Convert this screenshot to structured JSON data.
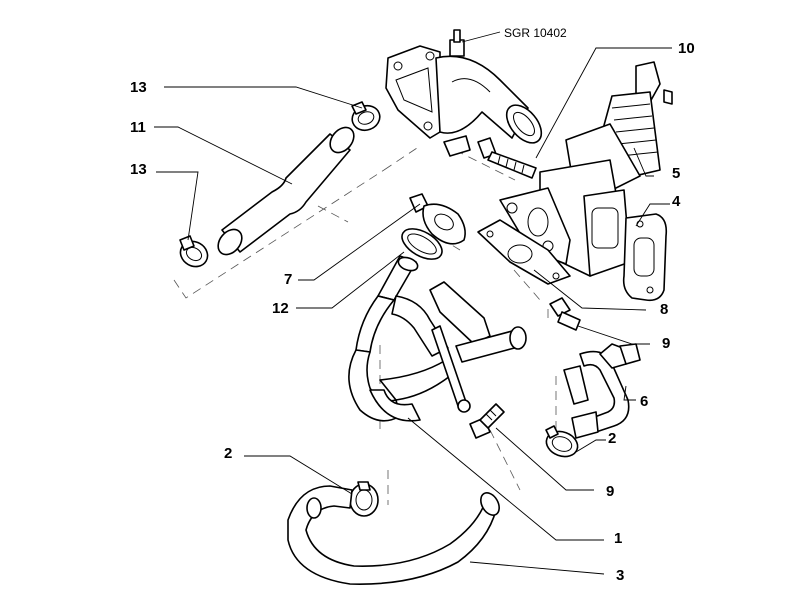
{
  "drawing_ref": "SGR 10402",
  "callouts": [
    {
      "id": "c10",
      "label": "10"
    },
    {
      "id": "c13a",
      "label": "13"
    },
    {
      "id": "c11",
      "label": "11"
    },
    {
      "id": "c13b",
      "label": "13"
    },
    {
      "id": "c5",
      "label": "5"
    },
    {
      "id": "c4",
      "label": "4"
    },
    {
      "id": "c7",
      "label": "7"
    },
    {
      "id": "c12",
      "label": "12"
    },
    {
      "id": "c8",
      "label": "8"
    },
    {
      "id": "c9a",
      "label": "9"
    },
    {
      "id": "c6",
      "label": "6"
    },
    {
      "id": "c2a",
      "label": "2"
    },
    {
      "id": "c2b",
      "label": "2"
    },
    {
      "id": "c9b",
      "label": "9"
    },
    {
      "id": "c1",
      "label": "1"
    },
    {
      "id": "c3",
      "label": "3"
    }
  ]
}
